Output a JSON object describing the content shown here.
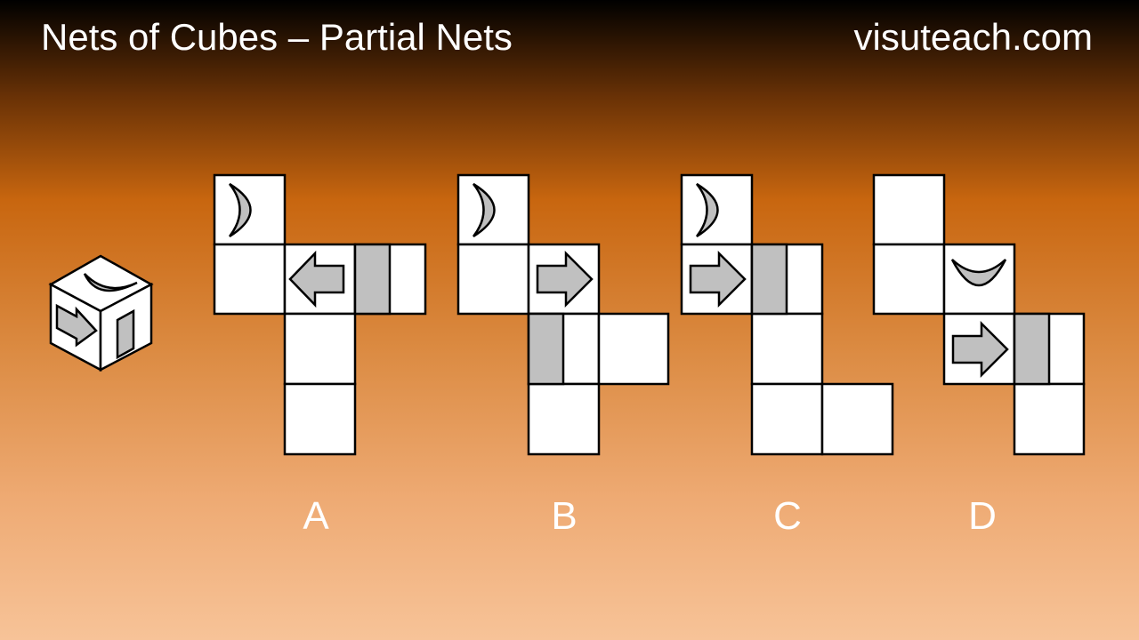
{
  "header": {
    "title": "Nets of Cubes – Partial Nets",
    "site": "visuteach.com"
  },
  "options": [
    {
      "label": "A"
    },
    {
      "label": "B"
    },
    {
      "label": "C"
    },
    {
      "label": "D"
    }
  ],
  "colors": {
    "face": "#ffffff",
    "symbol": "#c0c0c0",
    "outline": "#000000"
  }
}
